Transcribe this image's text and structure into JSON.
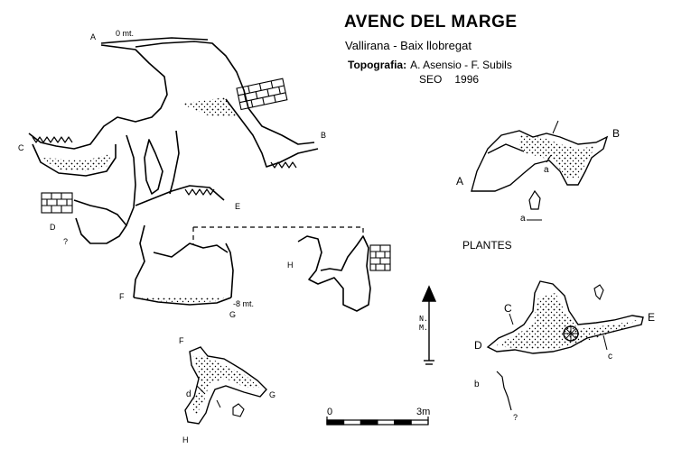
{
  "title": "AVENC DEL MARGE",
  "subtitle": "Vallirana - Baix llobregat",
  "credits": {
    "label": "Topografia:",
    "authors": "A. Asensio - F. Subils",
    "group": "SEO",
    "year": "1996"
  },
  "section_labels": {
    "a": "A",
    "depth_top": "0 mt.",
    "b": "B",
    "c": "C",
    "d": "D",
    "e": "E",
    "f": "F",
    "g": "G",
    "depth_bottom": "-8 mt.",
    "h": "H",
    "unknown": "?"
  },
  "plan_label": "PLANTES",
  "plan_upper": {
    "a": "A",
    "b": "B",
    "sec_a": "a",
    "sec_a2": "a"
  },
  "plan_middle": {
    "c": "C",
    "d": "D",
    "e": "E",
    "sec_b": "b",
    "sec_c": "c",
    "unknown": "?"
  },
  "plan_lower": {
    "f": "F",
    "g": "G",
    "h": "H",
    "sec_d": "d"
  },
  "north": {
    "n": "N.",
    "m": "M."
  },
  "scale": {
    "start": "0",
    "end": "3m"
  }
}
